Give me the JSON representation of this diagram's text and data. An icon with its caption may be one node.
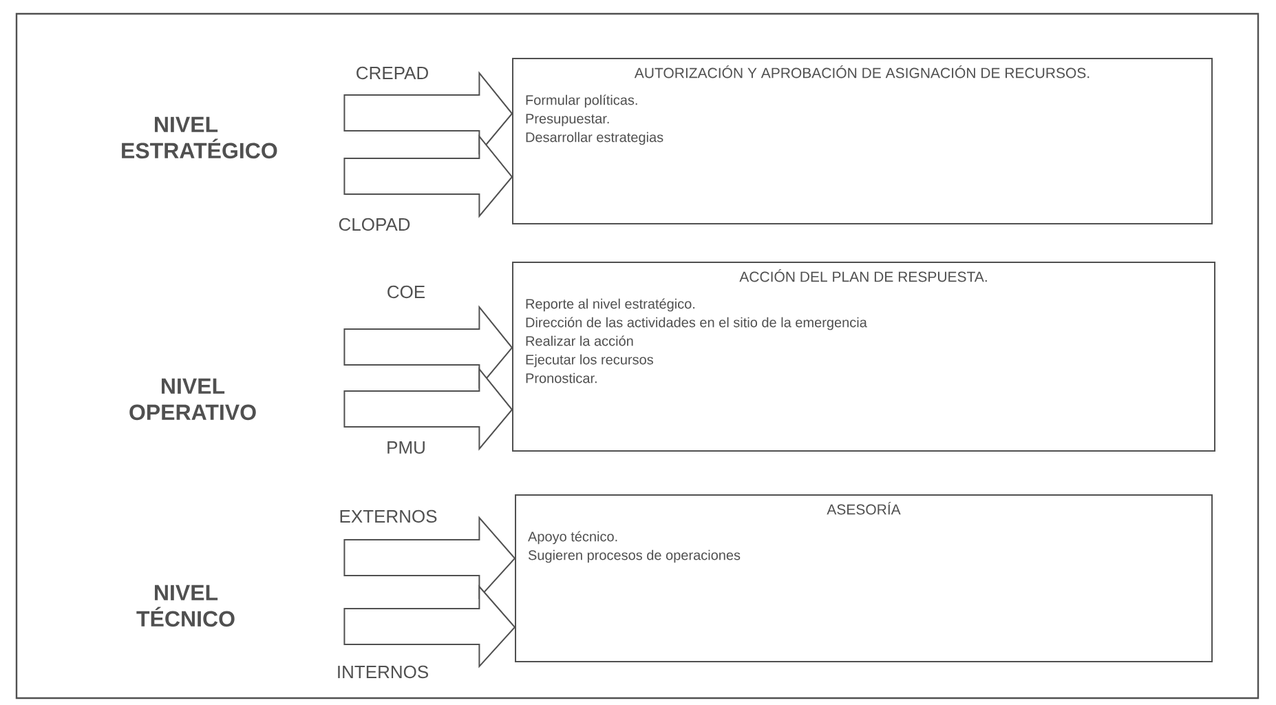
{
  "diagram": {
    "nodes": [
      {
        "text": [
          "NIVEL ESTRATÉGICO"
        ]
      },
      {
        "text": [
          "AUTORIZACIÓN Y APROBACIÓN DE ASIGNACIÓN DE RECURSOS.",
          "Formular políticas.",
          "Presupuestar.",
          "Desarrollar estrategias"
        ]
      },
      {
        "text": [
          "NIVEL OPERATIVO"
        ]
      },
      {
        "text": [
          "ACCIÓN DEL PLAN DE RESPUESTA.",
          "Reporte al nivel estratégico.",
          "Dirección de las actividades en el sitio de la emergencia",
          "Realizar la acción",
          "Ejecutar los recursos",
          "Pronosticar."
        ]
      },
      {
        "text": [
          "NIVEL TÉCNICO"
        ]
      },
      {
        "text": [
          "ASESORÍA",
          "Apoyo técnico.",
          "Sugieren procesos de operaciones"
        ]
      }
    ],
    "edges": [
      {
        "from": 0,
        "to": 1,
        "arrow": "to",
        "label": "CREPAD"
      },
      {
        "from": 0,
        "to": 1,
        "arrow": "to",
        "label": "CLOPAD"
      },
      {
        "from": 2,
        "to": 3,
        "arrow": "to",
        "label": "COE"
      },
      {
        "from": 2,
        "to": 3,
        "arrow": "to",
        "label": "PMU"
      },
      {
        "from": 4,
        "to": 5,
        "arrow": "to",
        "label": "EXTERNOS"
      },
      {
        "from": 4,
        "to": 5,
        "arrow": "to",
        "label": "INTERNOS"
      }
    ]
  }
}
